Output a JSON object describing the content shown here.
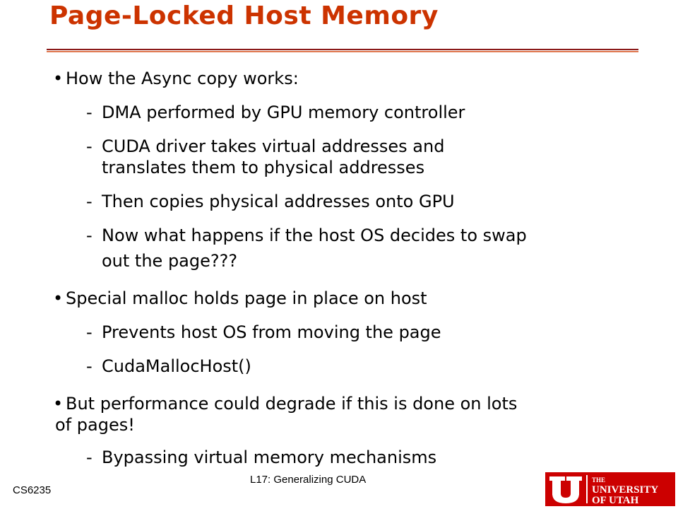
{
  "slide": {
    "title": "Page-Locked Host Memory",
    "bullet_glyph": "•",
    "dash_glyph": "-",
    "bullets": [
      {
        "text": "How the Async copy works:",
        "subs": [
          "DMA performed by GPU memory controller",
          [
            "CUDA driver takes virtual addresses and",
            "translates them to physical addresses"
          ],
          "Then copies physical addresses onto GPU",
          [
            "Now what happens if the host OS decides to swap",
            "out the page???"
          ]
        ]
      },
      {
        "text": "Special malloc holds page in place on host",
        "subs": [
          "Prevents host OS from moving the page",
          "CudaMallocHost()"
        ]
      },
      {
        "text": [
          "But performance could degrade if this is done on lots",
          "of pages!"
        ],
        "subs": [
          "Bypassing virtual memory mechanisms"
        ]
      }
    ]
  },
  "footer": {
    "course": "CS6235",
    "lecture": "L17: Generalizing CUDA",
    "logo": {
      "line1": "THE",
      "line2": "UNIVERSITY",
      "line3": "OF UTAH",
      "color": "#cc0000"
    }
  },
  "colors": {
    "title": "#cc3300",
    "rule_dark": "#8b1a1a",
    "rule_light": "#e07850"
  }
}
